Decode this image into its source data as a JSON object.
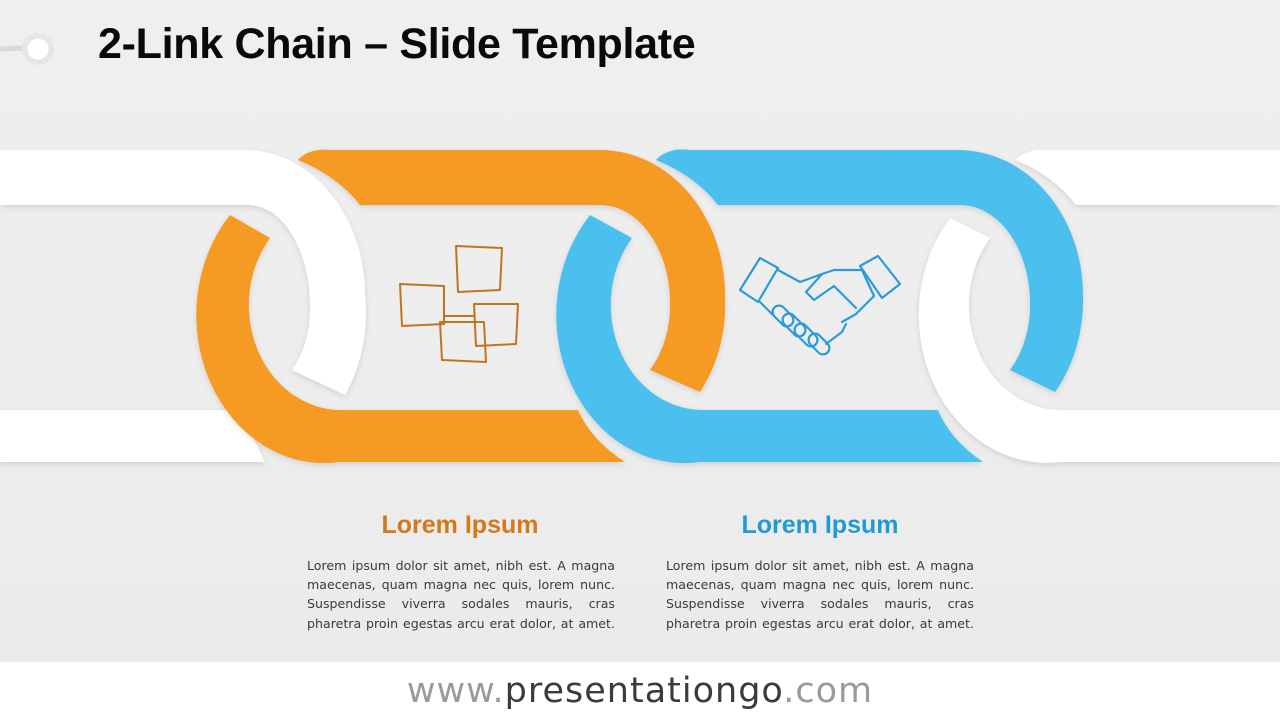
{
  "title": "2-Link Chain – Slide Template",
  "colors": {
    "orange": "#f59a23",
    "orange_text": "#d4781a",
    "blue": "#4cc0ee",
    "blue_text": "#1f9ad6",
    "white_link": "#ffffff"
  },
  "links": [
    {
      "icon": "sticky-notes-icon",
      "heading": "Lorem Ipsum",
      "body": "Lorem ipsum dolor sit amet, nibh est. A magna maecenas, quam magna nec quis, lorem nunc. Suspendisse viverra sodales mauris, cras pharetra proin egestas arcu erat dolor, at amet."
    },
    {
      "icon": "handshake-icon",
      "heading": "Lorem Ipsum",
      "body": "Lorem ipsum dolor sit amet, nibh est. A magna maecenas, quam magna nec quis, lorem nunc. Suspendisse viverra sodales mauris, cras pharetra proin egestas arcu erat dolor, at amet."
    }
  ],
  "footer": {
    "prefix": "www.",
    "domain": "presentationgo",
    "suffix": ".com"
  }
}
